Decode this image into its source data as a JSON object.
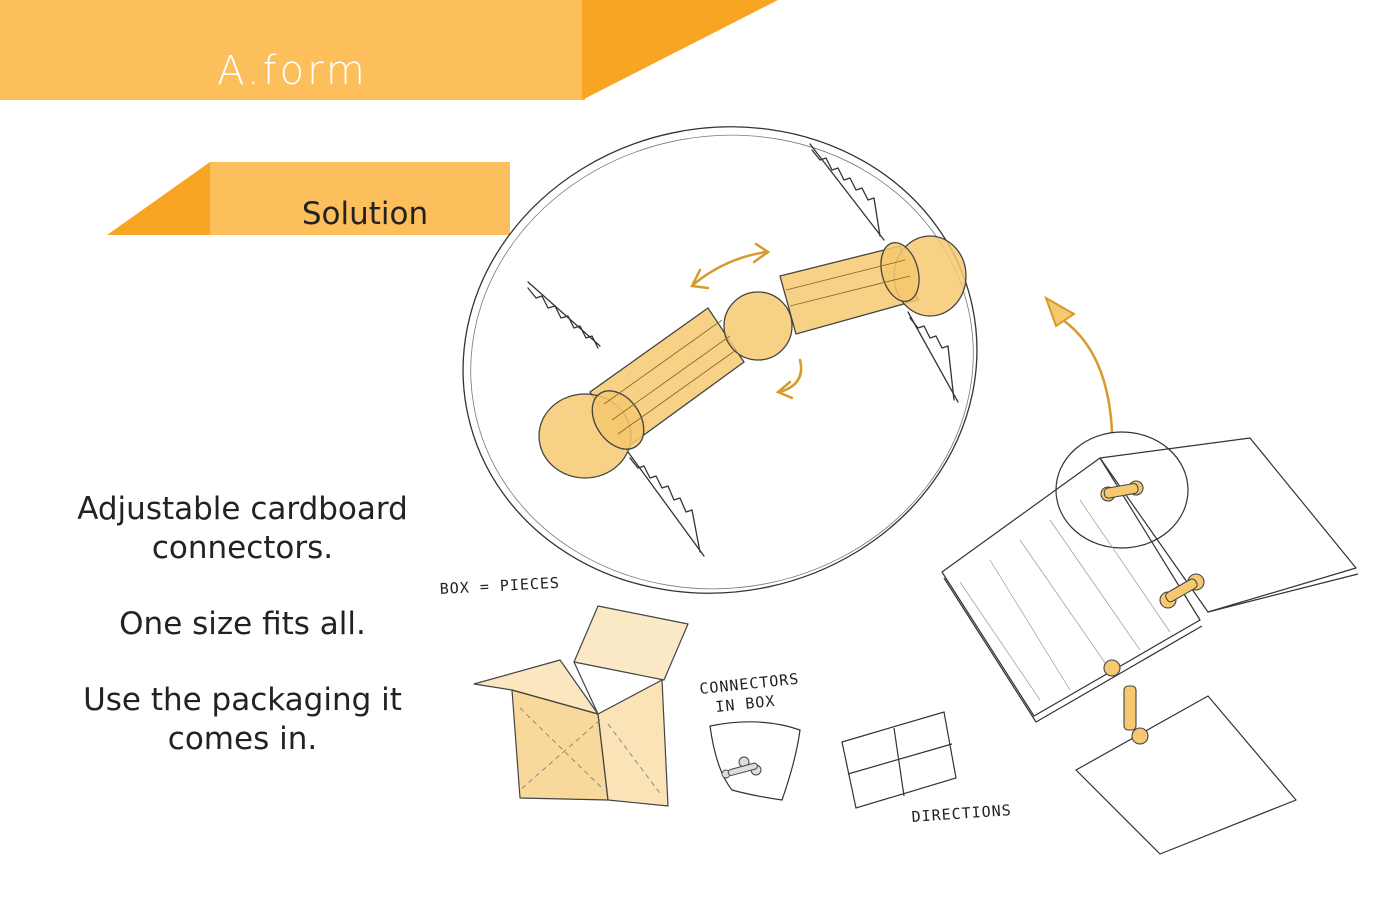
{
  "header": {
    "title": "A.form"
  },
  "section": {
    "subtitle": "Solution"
  },
  "body": {
    "line1": "Adjustable cardboard",
    "line2": "connectors.",
    "line3": "One size fits all.",
    "line4": "Use the packaging it",
    "line5": "comes in."
  },
  "sketch": {
    "label_box": "BOX = PIECES",
    "label_connectors_1": "CONNECTORS",
    "label_connectors_2": "IN BOX",
    "label_directions": "DIRECTIONS"
  },
  "colors": {
    "accent_light": "#FCBF5B",
    "accent_dark": "#F7A523",
    "sketch_fill": "#F6C970"
  }
}
